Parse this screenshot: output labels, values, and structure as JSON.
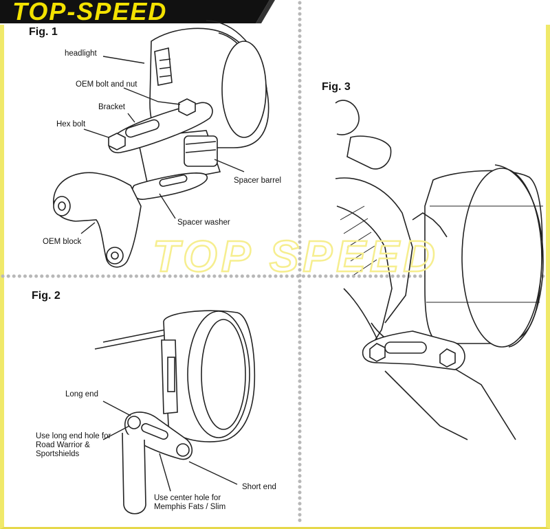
{
  "brand": {
    "logo_text": "TOP-SPEED",
    "watermark_text": "TOP SPEED"
  },
  "figures": {
    "fig1": {
      "title": "Fig. 1",
      "callouts": {
        "headlight": "headlight",
        "oem_bolt": "OEM bolt and nut",
        "bracket": "Bracket",
        "hex_bolt": "Hex bolt",
        "spacer_barrel": "Spacer barrel",
        "spacer_washer": "Spacer washer",
        "oem_block": "OEM block"
      }
    },
    "fig2": {
      "title": "Fig. 2",
      "callouts": {
        "long_end": "Long end",
        "long_hole_1": "Use long end hole for",
        "long_hole_2": "Road Warrior &",
        "long_hole_3": "Sportshields",
        "short_end": "Short end",
        "center_hole_1": "Use center hole for",
        "center_hole_2": "Memphis Fats / Slim"
      }
    },
    "fig3": {
      "title": "Fig. 3"
    }
  },
  "colors": {
    "accent_yellow": "#f0e96a",
    "logo_yellow": "#f3e200",
    "watermark": "#f6ee8f"
  }
}
